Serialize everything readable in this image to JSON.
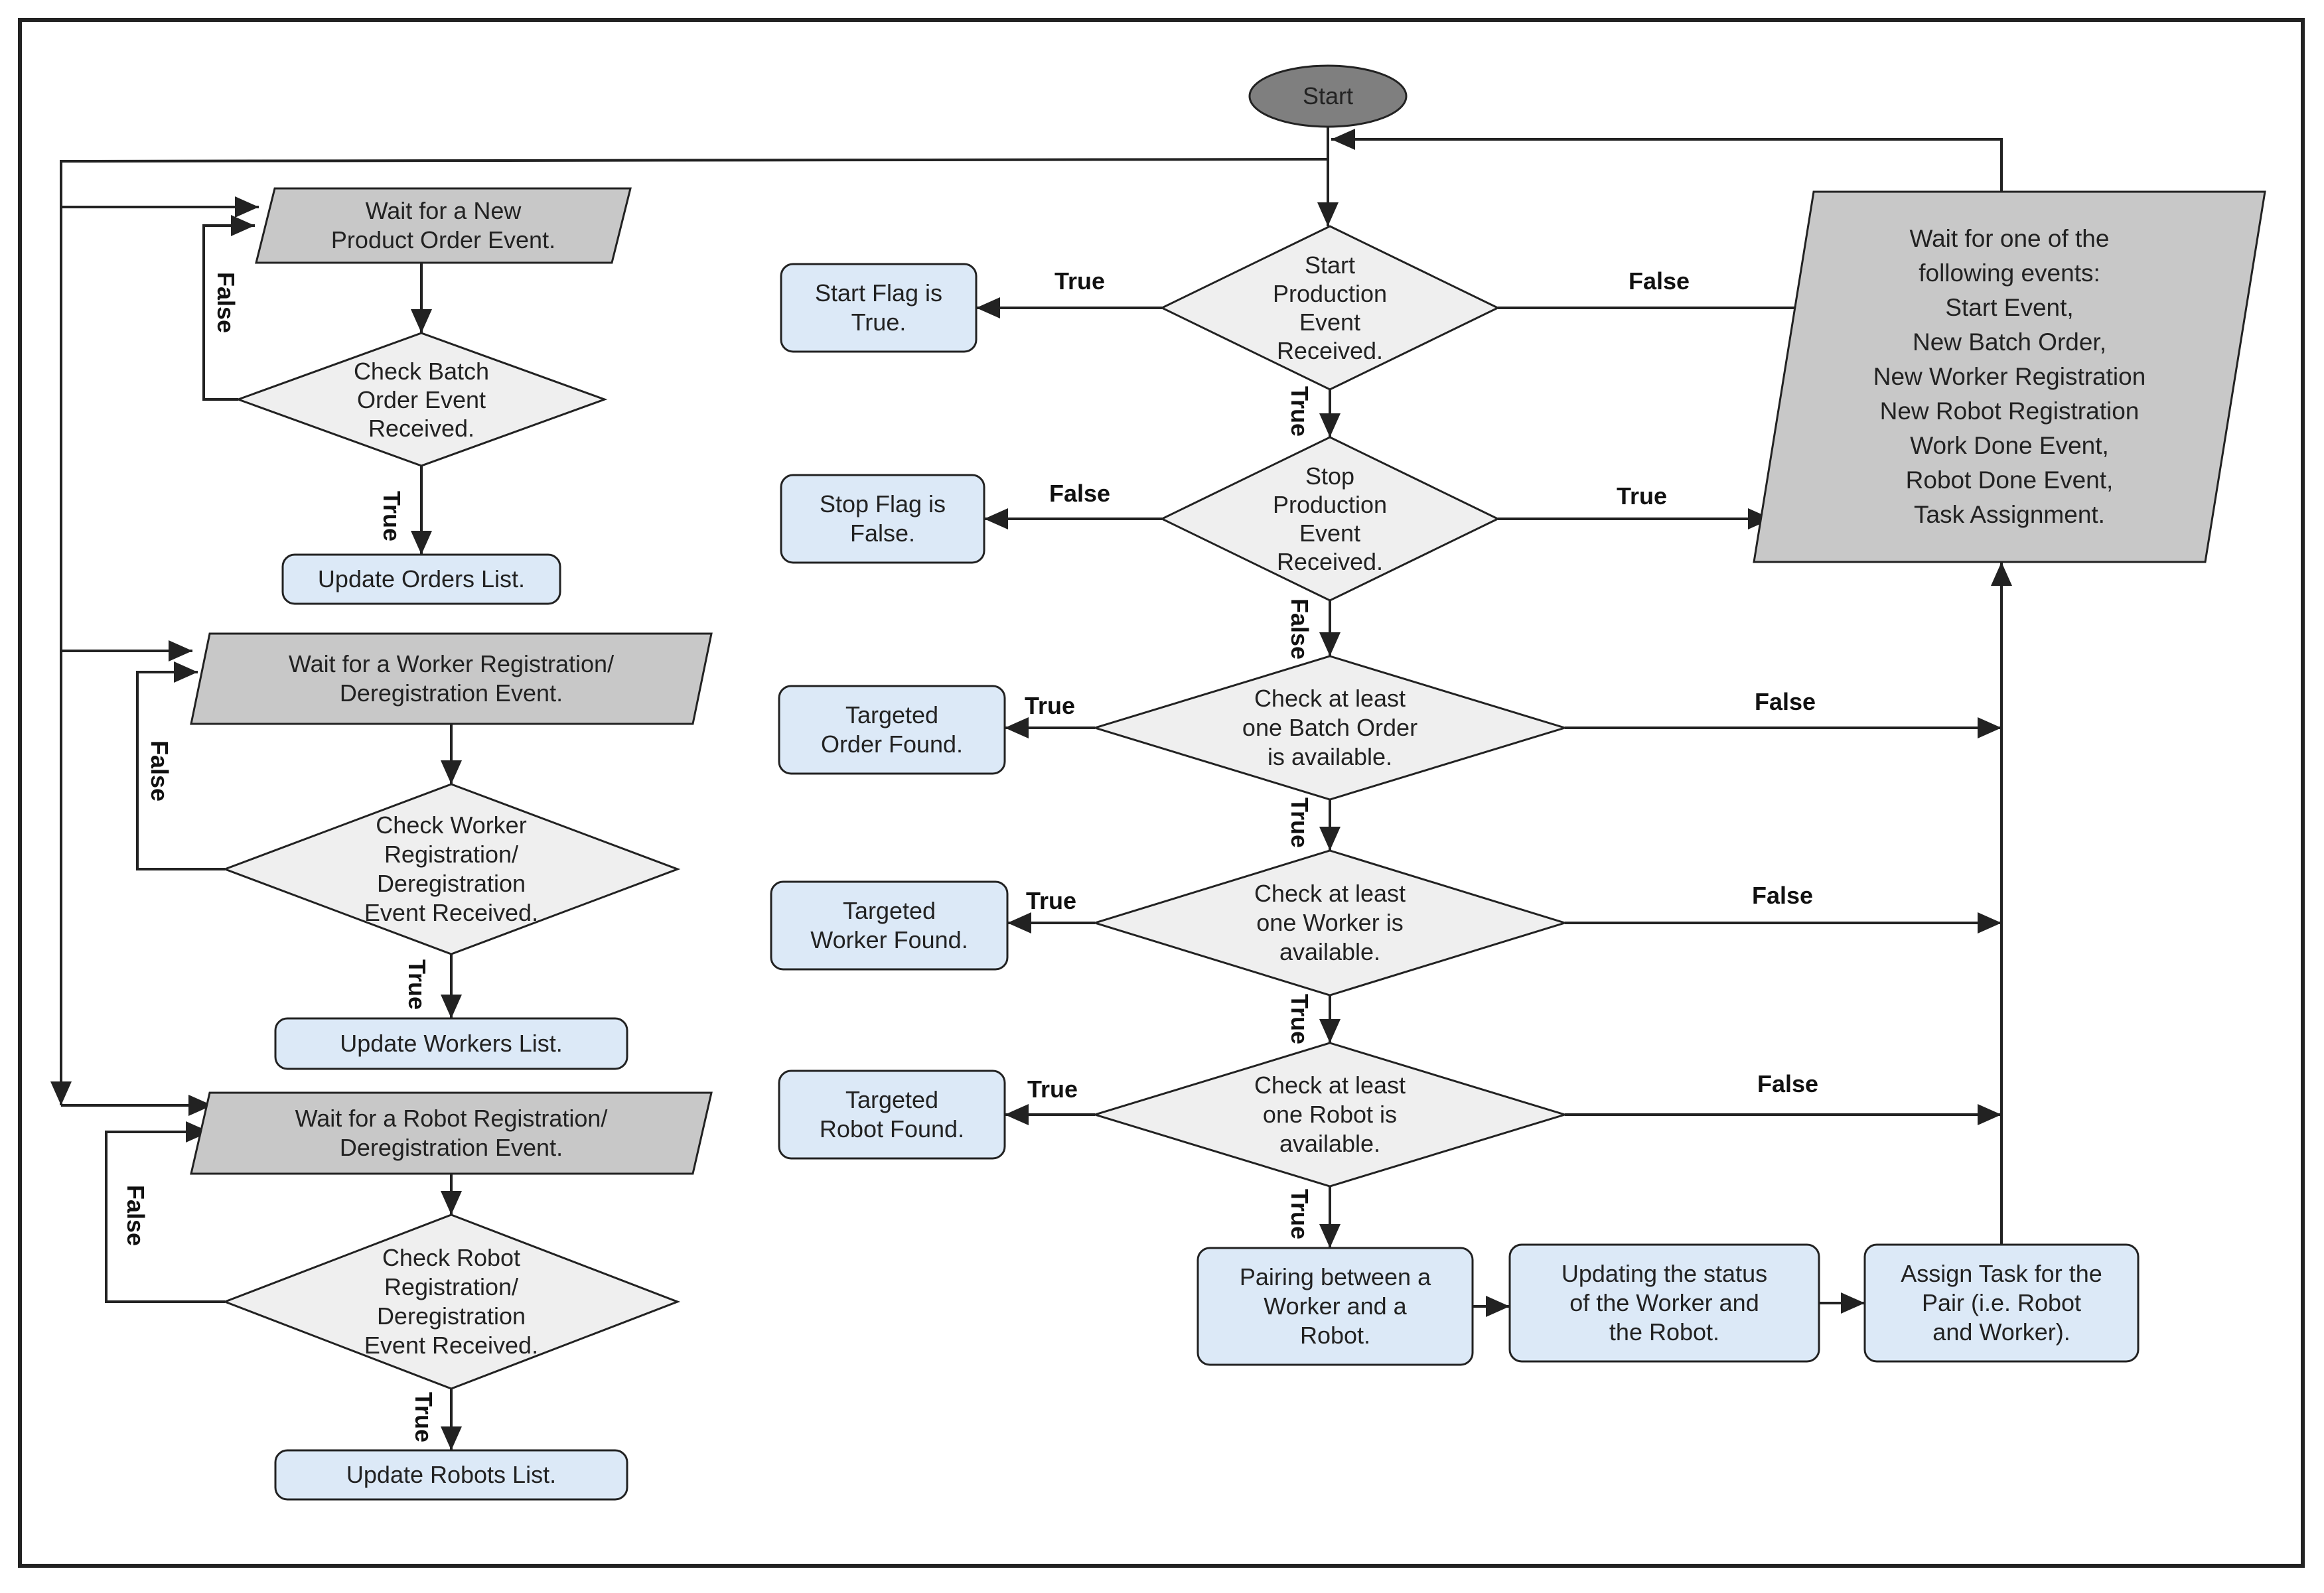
{
  "colors": {
    "process_fill": "#dce9f7",
    "io_fill": "#c8c8c8",
    "decision_fill": "#efefef",
    "terminal_fill": "#7f7f7f",
    "stroke": "#222222"
  },
  "nodes": {
    "start": "Start",
    "wait_product_order": "Wait for a New\nProduct Order Event.",
    "check_batch_order": "Check Batch\nOrder Event\nReceived.",
    "update_orders": "Update Orders List.",
    "wait_worker_reg": "Wait for a Worker Registration/\nDeregistration Event.",
    "check_worker_reg": "Check Worker\nRegistration/\nDeregistration\nEvent Received.",
    "update_workers": "Update Workers List.",
    "wait_robot_reg": "Wait for a Robot Registration/\nDeregistration Event.",
    "check_robot_reg": "Check Robot\nRegistration/\nDeregistration\nEvent Received.",
    "update_robots": "Update Robots List.",
    "start_production": "Start\nProduction\nEvent\nReceived.",
    "start_flag": "Start Flag is\nTrue.",
    "stop_production": "Stop\nProduction\nEvent\nReceived.",
    "stop_flag": "Stop Flag is\nFalse.",
    "check_batch_available": "Check at least\none Batch Order\nis available.",
    "targeted_order": "Targeted\nOrder Found.",
    "check_worker_available": "Check at least\none Worker is\navailable.",
    "targeted_worker": "Targeted\nWorker Found.",
    "check_robot_available": "Check at least\none Robot is\navailable.",
    "targeted_robot": "Targeted\nRobot Found.",
    "pairing": "Pairing between a\nWorker and a\nRobot.",
    "updating_status": "Updating the status\nof the Worker and\nthe Robot.",
    "assign_task": "Assign Task for the\nPair (i.e. Robot\nand Worker).",
    "wait_events": "Wait for one of the\nfollowing events:\nStart Event,\nNew Batch Order,\nNew Worker Registration\nNew Robot Registration\nWork Done Event,\nRobot Done Event,\nTask Assignment."
  },
  "edge_labels": {
    "true": "True",
    "false": "False"
  }
}
